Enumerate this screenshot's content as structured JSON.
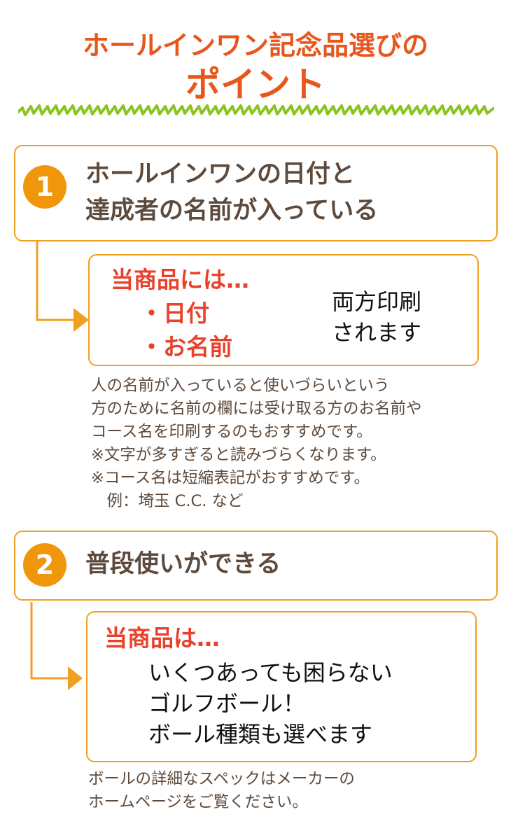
{
  "header": {
    "title_line1": "ホールインワン記念品選びの",
    "title_line2": "ポイント",
    "title_color": "#e8561b",
    "underline_color": "#8dc21f"
  },
  "colors": {
    "box_border": "#f0a020",
    "badge": "#f0960a",
    "heading_text": "#5d4a3c",
    "emphasis_red": "#e8412c"
  },
  "points": [
    {
      "number": "1",
      "title_line1": "ホールインワンの日付と",
      "title_line2": "達成者の名前が入っている",
      "detail": {
        "lead": "当商品には…",
        "bullets": [
          "・日付",
          "・お名前"
        ],
        "side_line1": "両方印刷",
        "side_line2": "されます"
      },
      "notes": [
        "人の名前が入っていると使いづらいという",
        "方のために名前の欄には受け取る方のお名前や",
        "コース名を印刷するのもおすすめです。",
        "※文字が多すぎると読みづらくなります。",
        "※コース名は短縮表記がおすすめです。",
        "　例：埼玉 C.C. など"
      ]
    },
    {
      "number": "2",
      "title_line1": "普段使いができる",
      "detail": {
        "lead": "当商品は…",
        "lines": [
          "いくつあっても困らない",
          "ゴルフボール！",
          "ボール種類も選べます"
        ]
      },
      "notes": [
        "ボールの詳細なスペックはメーカーの",
        "ホームページをご覧ください。"
      ]
    }
  ]
}
